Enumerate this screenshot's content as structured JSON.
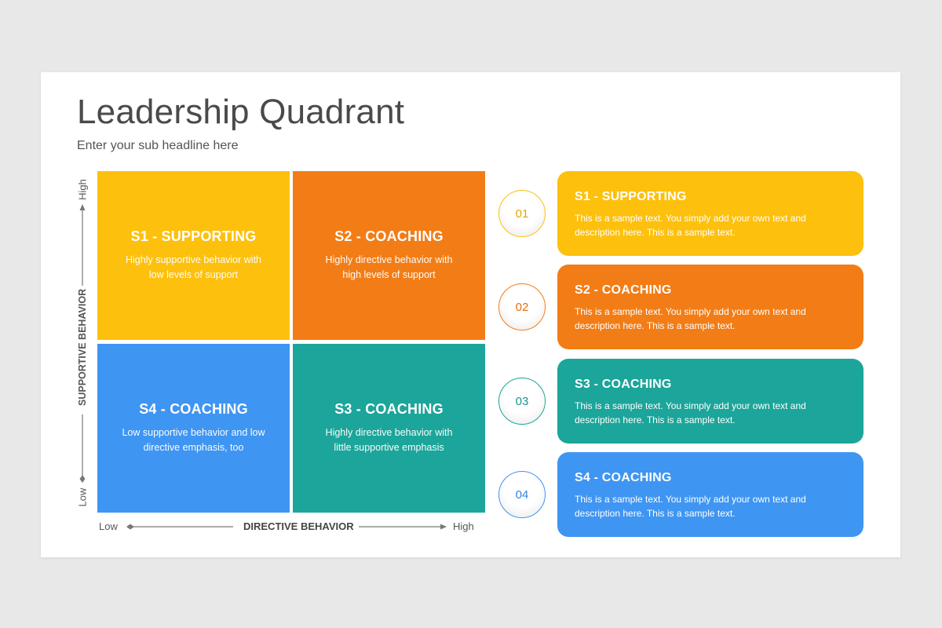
{
  "slide": {
    "title": "Leadership Quadrant",
    "subtitle": "Enter your sub headline here"
  },
  "quadrants": [
    {
      "id": "s1",
      "title": "S1 - SUPPORTING",
      "desc_line1": "Highly supportive behavior with",
      "desc_line2": "low levels of support",
      "color": "#fdc00d"
    },
    {
      "id": "s2",
      "title": "S2 - COACHING",
      "desc_line1": "Highly directive behavior with",
      "desc_line2": "high levels of support",
      "color": "#f27d16"
    },
    {
      "id": "s4",
      "title": "S4 - COACHING",
      "desc_line1": "Low supportive behavior and low",
      "desc_line2": "directive emphasis, too",
      "color": "#3f95f2"
    },
    {
      "id": "s3",
      "title": "S3 - COACHING",
      "desc_line1": "Highly directive behavior with",
      "desc_line2": "little supportive emphasis",
      "color": "#1ca59a"
    }
  ],
  "axes": {
    "y_label": "SUPPORTIVE BEHAVIOR",
    "y_high": "High",
    "y_low": "Low",
    "x_label": "DIRECTIVE BEHAVIOR",
    "x_low": "Low",
    "x_high": "High"
  },
  "list": [
    {
      "number": "01",
      "title": "S1 - SUPPORTING",
      "desc_line1": "This is a sample text. You simply add your own text and",
      "desc_line2": "description here. This is a sample text.",
      "color": "#fdc00d"
    },
    {
      "number": "02",
      "title": "S2 - COACHING",
      "desc_line1": "This is a sample text. You simply add your own text and",
      "desc_line2": "description here. This is a sample text.",
      "color": "#f27d16"
    },
    {
      "number": "03",
      "title": "S3 - COACHING",
      "desc_line1": "This is a sample text. You simply add your own text and",
      "desc_line2": "description here. This is a sample text.",
      "color": "#1ca59a"
    },
    {
      "number": "04",
      "title": "S4 - COACHING",
      "desc_line1": "This is a sample text. You simply add your own text and",
      "desc_line2": "description here. This is a sample text.",
      "color": "#3f95f2"
    }
  ]
}
